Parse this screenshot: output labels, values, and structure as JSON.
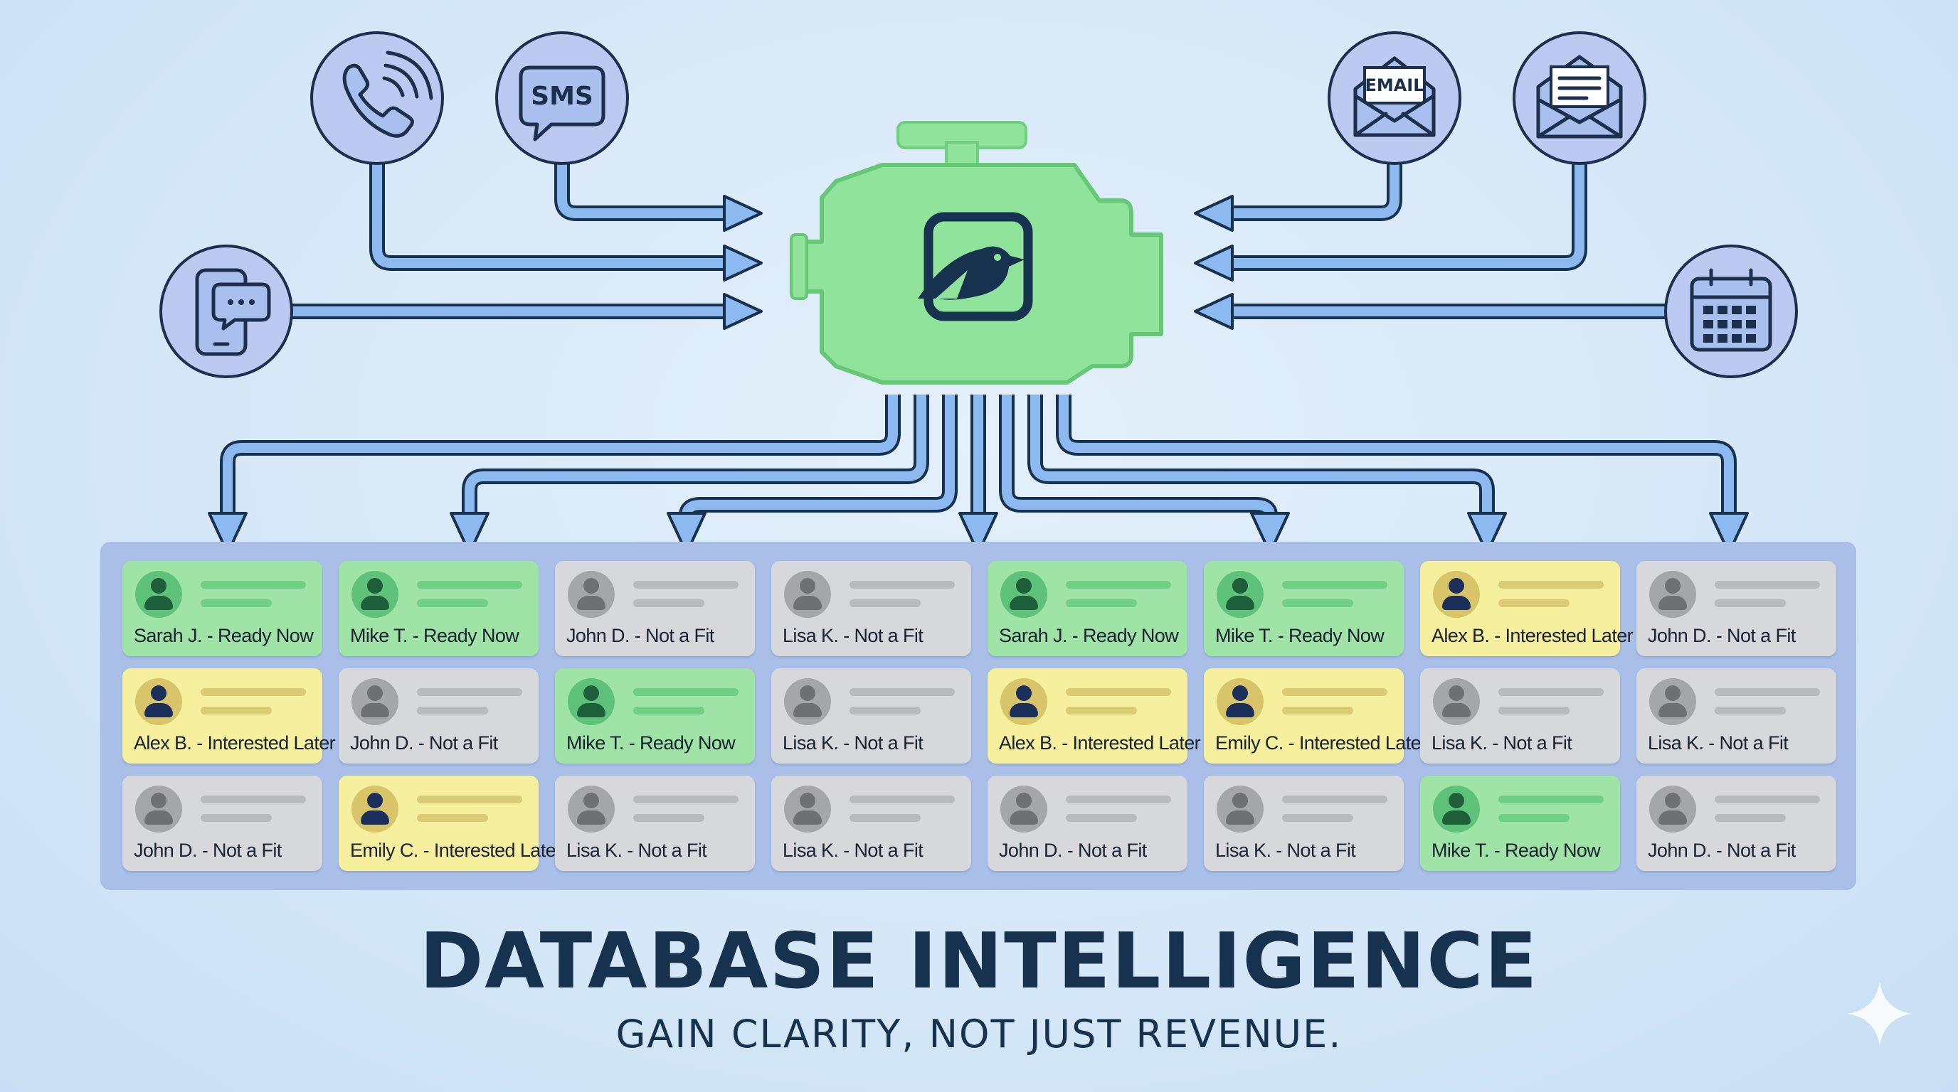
{
  "engine": {
    "icon": "engine-icon",
    "logo_icon": "bird-logo-icon",
    "color": "#90e39a"
  },
  "channels": {
    "left": [
      {
        "name": "phone-call-icon"
      },
      {
        "name": "sms-icon",
        "label": "SMS"
      },
      {
        "name": "mobile-chat-icon"
      }
    ],
    "right": [
      {
        "name": "email-icon",
        "label": "EMAIL"
      },
      {
        "name": "newsletter-envelope-icon"
      },
      {
        "name": "calendar-icon"
      }
    ]
  },
  "status_colors": {
    "ready": "#9fe3a7",
    "later": "#f5ef9e",
    "nofit": "#d7d8db"
  },
  "leads": [
    {
      "label": "Sarah J. - Ready Now",
      "status": "ready"
    },
    {
      "label": "Mike T. - Ready Now",
      "status": "ready"
    },
    {
      "label": "John D. - Not a Fit",
      "status": "nofit"
    },
    {
      "label": "Lisa K. - Not a Fit",
      "status": "nofit"
    },
    {
      "label": "Sarah J. - Ready Now",
      "status": "ready"
    },
    {
      "label": "Mike T. - Ready Now",
      "status": "ready"
    },
    {
      "label": "Alex B. - Interested Later",
      "status": "later"
    },
    {
      "label": "John D. - Not a Fit",
      "status": "nofit"
    },
    {
      "label": "Alex B. - Interested Later",
      "status": "later"
    },
    {
      "label": "John D. - Not a Fit",
      "status": "nofit"
    },
    {
      "label": "Mike T. - Ready Now",
      "status": "ready"
    },
    {
      "label": "Lisa K. - Not a Fit",
      "status": "nofit"
    },
    {
      "label": "Alex B. - Interested Later",
      "status": "later"
    },
    {
      "label": "Emily C. - Interested Later",
      "status": "later"
    },
    {
      "label": "Lisa K. - Not a Fit",
      "status": "nofit"
    },
    {
      "label": "Lisa K. - Not a Fit",
      "status": "nofit"
    },
    {
      "label": "John D. - Not a Fit",
      "status": "nofit"
    },
    {
      "label": "Emily C. - Interested Later",
      "status": "later"
    },
    {
      "label": "Lisa K. - Not a Fit",
      "status": "nofit"
    },
    {
      "label": "Lisa K. - Not a Fit",
      "status": "nofit"
    },
    {
      "label": "John D. - Not a Fit",
      "status": "nofit"
    },
    {
      "label": "Lisa K. - Not a Fit",
      "status": "nofit"
    },
    {
      "label": "Mike T. - Ready Now",
      "status": "ready"
    },
    {
      "label": "John D. - Not a Fit",
      "status": "nofit"
    }
  ],
  "title": "DATABASE INTELLIGENCE",
  "subtitle": "GAIN CLARITY, NOT JUST REVENUE."
}
